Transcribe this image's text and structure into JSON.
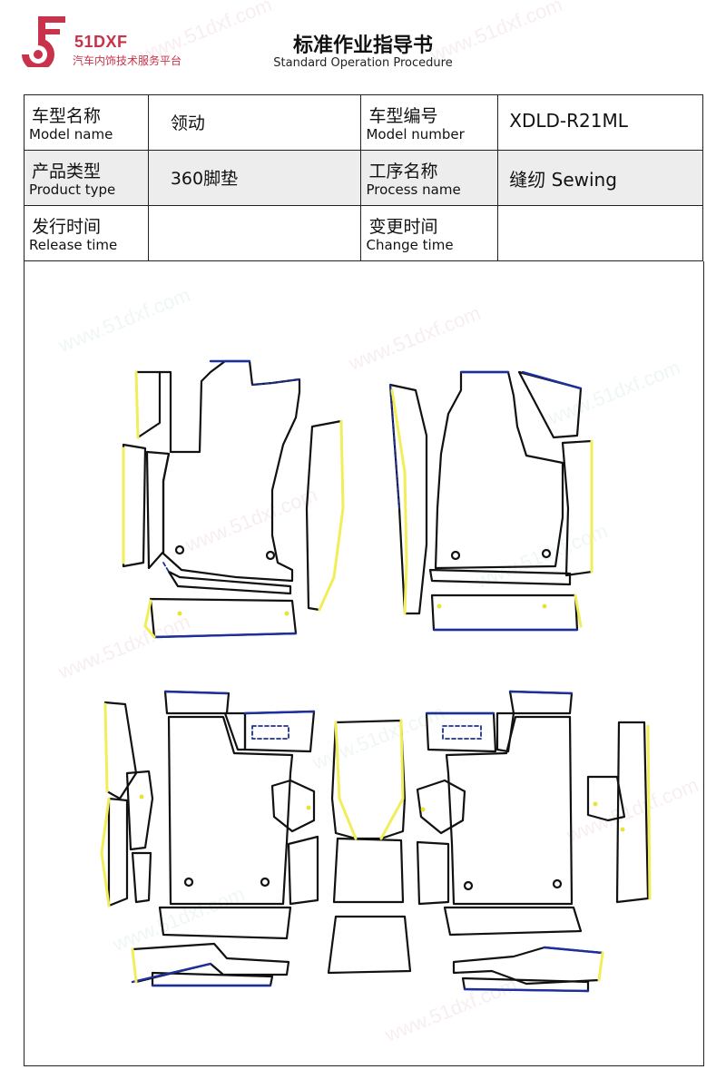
{
  "brand": {
    "name": "51DXF",
    "subtitle": "汽车内饰技术服务平台"
  },
  "title": {
    "cn": "标准作业指导书",
    "en": "Standard Operation Procedure"
  },
  "info": {
    "model_name_label_cn": "车型名称",
    "model_name_label_en": "Model name",
    "model_name": "领动",
    "model_number_label_cn": "车型编号",
    "model_number_label_en": "Model number",
    "model_number": "XDLD-R21ML",
    "product_type_label_cn": "产品类型",
    "product_type_label_en": "Product type",
    "product_type": "360脚垫",
    "process_name_label_cn": "工序名称",
    "process_name_label_en": "Process name",
    "process_name": "缝纫 Sewing",
    "release_time_label_cn": "发行时间",
    "release_time_label_en": "Release time",
    "release_time": "",
    "change_time_label_cn": "变更时间",
    "change_time_label_en": "Change time",
    "change_time": ""
  },
  "watermark": "www.51dxf.com",
  "colors": {
    "brand": "#c8324a",
    "outline": "#111111",
    "edge_blue": "#1c2f9c",
    "edge_yellow": "#f1ee5a"
  }
}
